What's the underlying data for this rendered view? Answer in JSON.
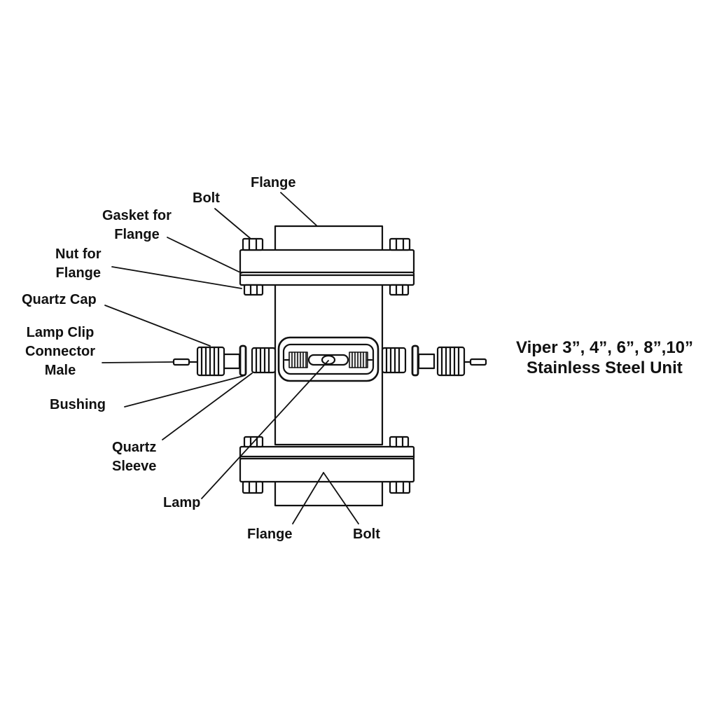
{
  "labels": {
    "flange_top": "Flange",
    "bolt_top": "Bolt",
    "gasket": "Gasket for\nFlange",
    "nut": "Nut for\nFlange",
    "quartz_cap": "Quartz Cap",
    "lamp_clip": "Lamp Clip\nConnector\nMale",
    "bushing": "Bushing",
    "quartz_sleeve": "Quartz\nSleeve",
    "lamp": "Lamp",
    "flange_bottom": "Flange",
    "bolt_bottom": "Bolt"
  },
  "title": {
    "line1": "Viper 3”, 4”, 6”, 8”,10”",
    "line2": "Stainless Steel Unit"
  },
  "colors": {
    "stroke": "#111111",
    "fill": "#ffffff",
    "shade": "#eeeeee"
  }
}
